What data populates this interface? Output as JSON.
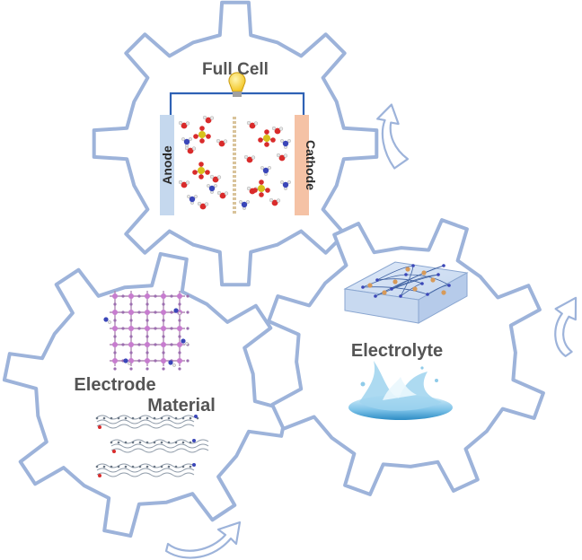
{
  "full_cell": {
    "title": "Full Cell",
    "anode_label": "Anode",
    "cathode_label": "Cathode"
  },
  "electrode": {
    "title_line1": "Electrode",
    "title_line2": "Material"
  },
  "electrolyte": {
    "title": "Electrolyte"
  },
  "colors": {
    "gear_stroke": "#9db3da",
    "wire": "#2f62b5",
    "anode": "#c5d8ee",
    "cathode": "#f5c2a5",
    "oxygen": "#d92b2b",
    "sulfur": "#d8c21a",
    "nitrogen": "#3a46b8",
    "hydrogen": "#e6e6e6",
    "text": "#555555"
  }
}
